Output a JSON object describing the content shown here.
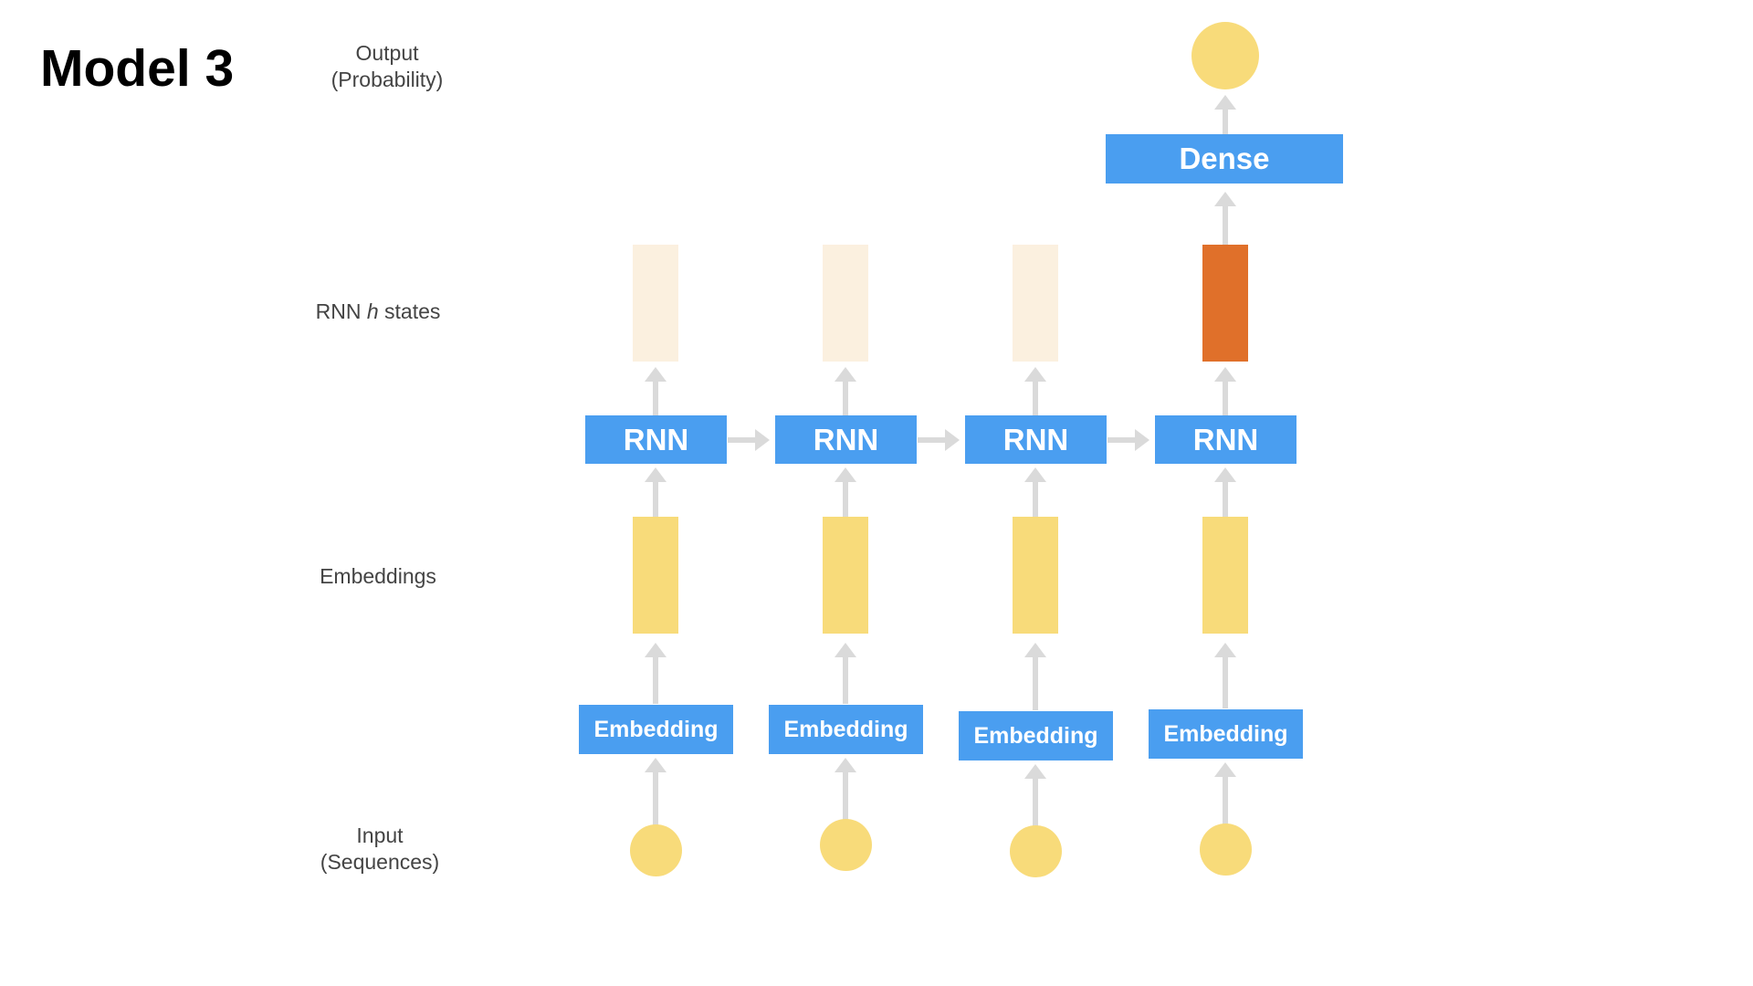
{
  "title": "Model 3",
  "labels": {
    "output": {
      "line1": "Output",
      "line2": "(Probability)"
    },
    "rnn_states": {
      "prefix": "RNN ",
      "h": "h",
      "suffix": " states"
    },
    "embeddings": "Embeddings",
    "input": {
      "line1": "Input",
      "line2": "(Sequences)"
    }
  },
  "blocks": {
    "dense": "Dense",
    "rnn": [
      "RNN",
      "RNN",
      "RNN",
      "RNN"
    ],
    "embedding": [
      "Embedding",
      "Embedding",
      "Embedding",
      "Embedding"
    ]
  },
  "colors": {
    "block_blue": "#4a9ef0",
    "hidden_state_faded": "#fbf0df",
    "hidden_state_final": "#e0702a",
    "embedding_vector": "#f8db7a",
    "node_yellow": "#f8db7a",
    "arrow_gray": "#dadada"
  }
}
